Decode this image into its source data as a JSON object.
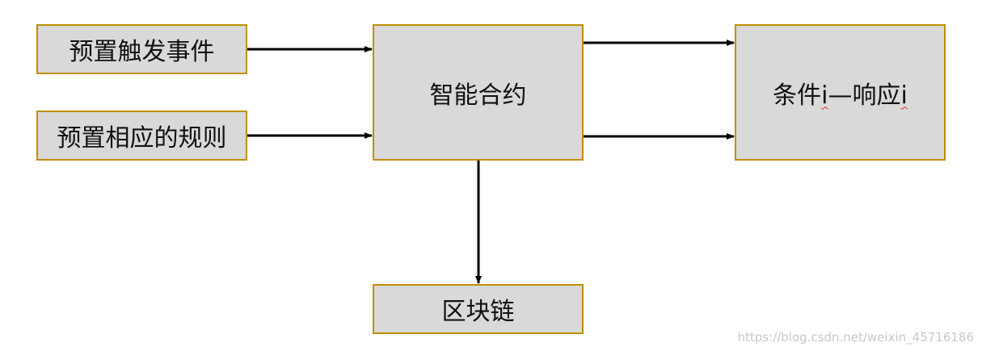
{
  "nodes": {
    "trigger": "预置触发事件",
    "rules": "预置相应的规则",
    "smart_contract": "智能合约",
    "condition": {
      "part1": "条件",
      "i1": "i",
      "part2": "—响应",
      "i2": "i"
    },
    "blockchain": "区块链"
  },
  "edges": [
    {
      "from": "trigger",
      "to": "smart_contract"
    },
    {
      "from": "rules",
      "to": "smart_contract"
    },
    {
      "from": "smart_contract",
      "to": "condition"
    },
    {
      "from": "smart_contract",
      "to": "condition"
    },
    {
      "from": "smart_contract",
      "to": "blockchain"
    }
  ],
  "colors": {
    "box_fill": "#d9d9d9",
    "box_border": "#bf9000",
    "arrow": "#000000",
    "spellcheck_underline": "#e03030"
  },
  "watermark": "https://blog.csdn.net/weixin_45716186"
}
